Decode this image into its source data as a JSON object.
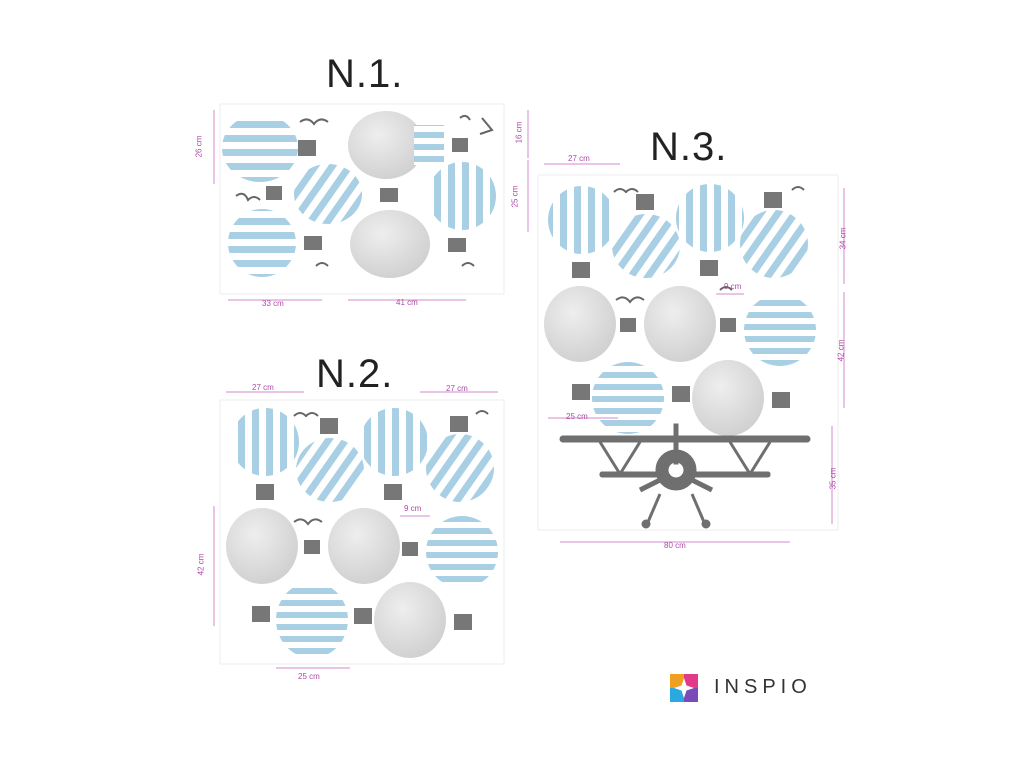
{
  "panels": {
    "n1": {
      "title": "N.1.",
      "dims": [
        "26 cm",
        "16 cm",
        "25 cm",
        "33 cm",
        "41 cm"
      ]
    },
    "n2": {
      "title": "N.2.",
      "dims": [
        "27 cm",
        "27 cm",
        "9 cm",
        "42 cm",
        "25 cm"
      ]
    },
    "n3": {
      "title": "N.3.",
      "dims": [
        "27 cm",
        "34 cm",
        "9 cm",
        "42 cm",
        "25 cm",
        "35 cm",
        "80 cm"
      ]
    }
  },
  "brand": {
    "name": "INSPIO"
  },
  "colors": {
    "balloon_blue": "#9fc9e0",
    "balloon_gray": "#d8d8d8",
    "dimension": "#c04ab0",
    "plane": "#6f6f6f"
  }
}
